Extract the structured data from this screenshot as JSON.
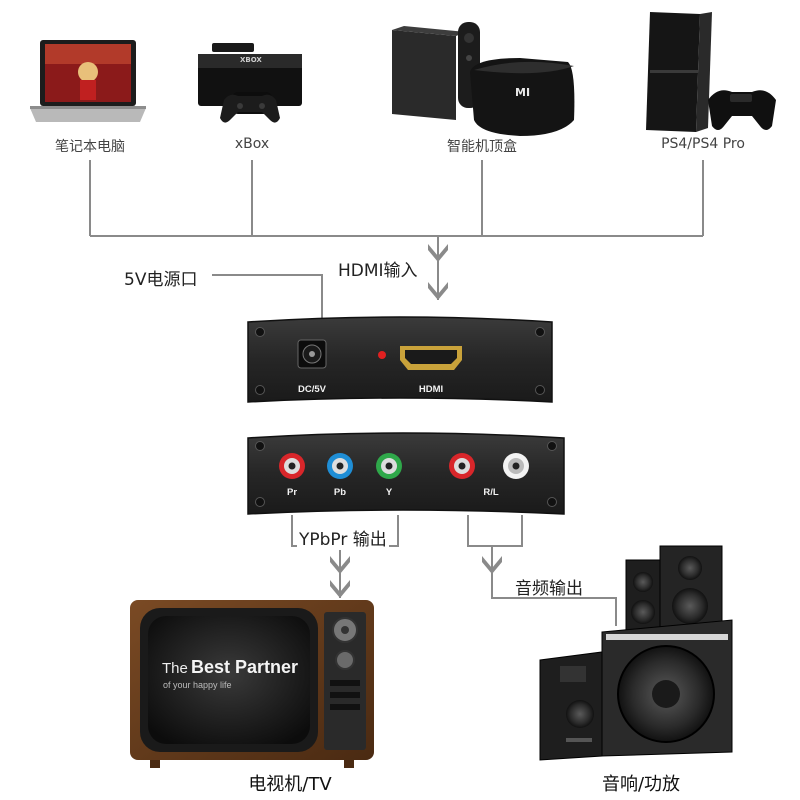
{
  "sources": {
    "laptop": "笔记本电脑",
    "xbox": "xBox",
    "set_top_box": "智能机顶盒",
    "ps4": "PS4/PS4 Pro"
  },
  "xbox_logo": "XBOX",
  "mi_logo": "MI",
  "labels": {
    "hdmi_input": "HDMI输入",
    "power_port": "5V电源口",
    "ypbpr_output": "YPbPr 输出",
    "audio_output": "音频输出"
  },
  "device": {
    "dc_label": "DC/5V",
    "hdmi_label": "HDMI",
    "ports": [
      "Pr",
      "Pb",
      "Y",
      "R/L"
    ]
  },
  "tv": {
    "screen_text_1": "The",
    "screen_text_2": "Best Partner",
    "screen_text_3": "of your happy life"
  },
  "outputs": {
    "tv": "电视机/TV",
    "speakers": "音响/功放"
  },
  "colors": {
    "connector_line": "#8a8a8a",
    "device_body": "#2b2b2b",
    "port_red": "#d8262a",
    "port_blue": "#1f8ed6",
    "port_green": "#2fa84a",
    "port_white": "#f3f3f3",
    "led_red": "#e02020",
    "hdmi_gold": "#c9a23a"
  }
}
